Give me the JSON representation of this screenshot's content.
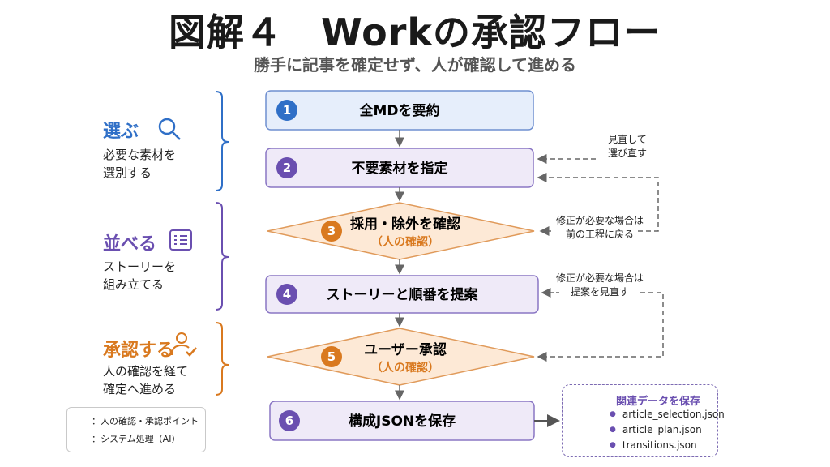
{
  "title": "図解４　Workの承認フロー",
  "subtitle": "勝手に記事を確定せず、人が確認して進める",
  "stages": [
    {
      "title": "選ぶ",
      "desc_lines": [
        "必要な素材を",
        "選別する"
      ],
      "color": "#2f6fc7",
      "icon": "magnifier-icon"
    },
    {
      "title": "並べる",
      "desc_lines": [
        "ストーリーを",
        "組み立てる"
      ],
      "color": "#6a4fb0",
      "icon": "list-icon"
    },
    {
      "title": "承認する",
      "desc_lines": [
        "人の確認を経て",
        "確定へ進める"
      ],
      "color": "#d9791f",
      "icon": "user-check-icon"
    }
  ],
  "steps": [
    {
      "num": "1",
      "label": "全MDを要約",
      "type": "system"
    },
    {
      "num": "2",
      "label": "不要素材を指定",
      "type": "system"
    },
    {
      "num": "3",
      "label": "採用・除外を確認",
      "sub": "（人の確認）",
      "type": "human"
    },
    {
      "num": "4",
      "label": "ストーリーと順番を提案",
      "type": "system"
    },
    {
      "num": "5",
      "label": "ユーザー承認",
      "sub": "（人の確認）",
      "type": "human"
    },
    {
      "num": "6",
      "label": "構成JSONを保存",
      "type": "system"
    }
  ],
  "notes": {
    "reselect": [
      "見直して",
      "選び直す"
    ],
    "back": [
      "修正が必要な場合は",
      "前の工程に戻る"
    ],
    "revise": [
      "修正が必要な場合は",
      "提案を見直す"
    ]
  },
  "legend": {
    "human": "：人の確認・承認ポイント",
    "system": "：システム処理（AI）"
  },
  "files": {
    "title": "関連データを保存",
    "items": [
      "article_selection.json",
      "article_plan.json",
      "transitions.json"
    ]
  },
  "colors": {
    "blue": "#2f6fc7",
    "purple": "#6a4fb0",
    "orange": "#d9791f",
    "system_fill": "#efeaf8",
    "human_fill": "#fde9d6"
  }
}
